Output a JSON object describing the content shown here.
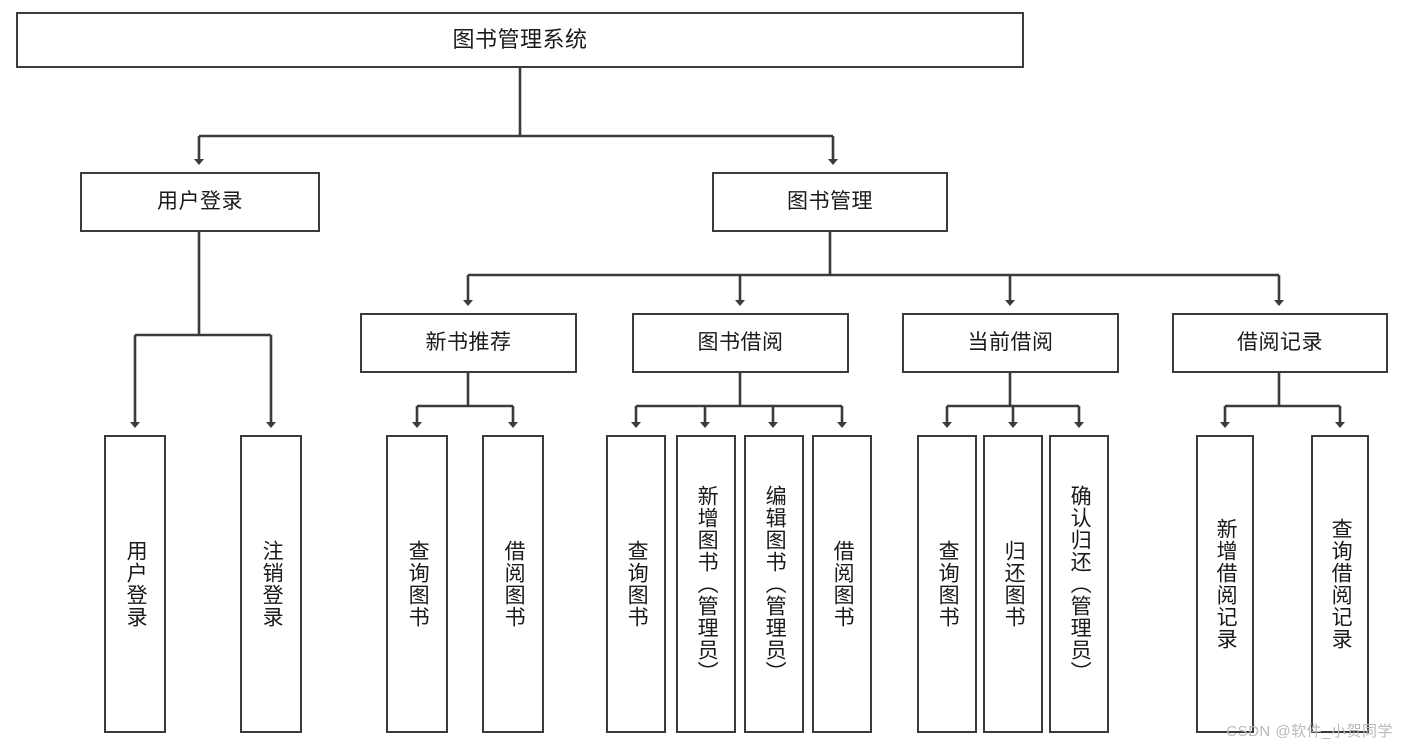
{
  "diagram": {
    "title": "图书管理系统",
    "watermark": "CSDN @软件_小贺同学",
    "style": {
      "stroke": "#3b3b3b",
      "fill": "#ffffff",
      "text": "#1a1a1a",
      "watermark_color": "#b9b9bd"
    },
    "nodes": {
      "root": {
        "label": "图书管理系统"
      },
      "level1": [
        {
          "id": "user-login",
          "label": "用户登录"
        },
        {
          "id": "book-manage",
          "label": "图书管理"
        }
      ],
      "level2": [
        {
          "id": "new-book-recommend",
          "label": "新书推荐"
        },
        {
          "id": "book-borrow",
          "label": "图书借阅"
        },
        {
          "id": "current-borrow",
          "label": "当前借阅"
        },
        {
          "id": "borrow-record",
          "label": "借阅记录"
        }
      ],
      "leaves": {
        "user-login": [
          {
            "id": "leaf-user-login",
            "label": "用户登录"
          },
          {
            "id": "leaf-logout-login",
            "label": "注销登录"
          }
        ],
        "new-book-recommend": [
          {
            "id": "leaf-query-book-1",
            "label": "查询图书"
          },
          {
            "id": "leaf-borrow-book-1",
            "label": "借阅图书"
          }
        ],
        "book-borrow": [
          {
            "id": "leaf-query-book-2",
            "label": "查询图书"
          },
          {
            "id": "leaf-add-book",
            "label": "新增图书（管理员）"
          },
          {
            "id": "leaf-edit-book",
            "label": "编辑图书（管理员）"
          },
          {
            "id": "leaf-borrow-book-2",
            "label": "借阅图书"
          }
        ],
        "current-borrow": [
          {
            "id": "leaf-query-book-3",
            "label": "查询图书"
          },
          {
            "id": "leaf-return-book",
            "label": "归还图书"
          },
          {
            "id": "leaf-confirm-return",
            "label": "确认归还（管理员）"
          }
        ],
        "borrow-record": [
          {
            "id": "leaf-add-record",
            "label": "新增借阅记录"
          },
          {
            "id": "leaf-query-record",
            "label": "查询借阅记录"
          }
        ]
      }
    }
  }
}
